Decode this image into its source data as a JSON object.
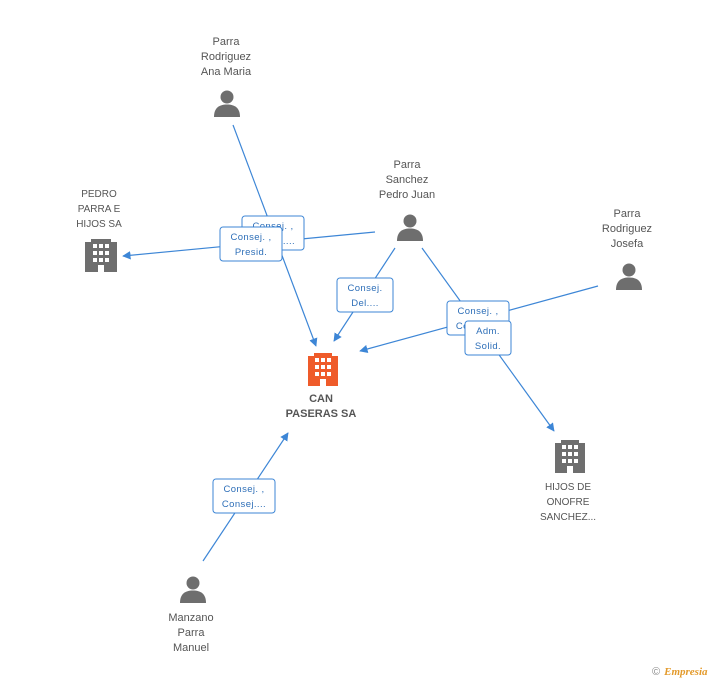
{
  "nodes": {
    "ana_maria": {
      "label_lines": [
        "Parra",
        "Rodriguez",
        "Ana Maria"
      ],
      "type": "person"
    },
    "pedro_juan": {
      "label_lines": [
        "Parra",
        "Sanchez",
        "Pedro Juan"
      ],
      "type": "person"
    },
    "josefa": {
      "label_lines": [
        "Parra",
        "Rodriguez",
        "Josefa"
      ],
      "type": "person"
    },
    "manuel": {
      "label_lines": [
        "Manzano",
        "Parra",
        "Manuel"
      ],
      "type": "person"
    },
    "pedro_parra_hijos": {
      "label_lines": [
        "PEDRO",
        "PARRA E",
        "HIJOS SA"
      ],
      "type": "company"
    },
    "hijos_onofre": {
      "label_lines": [
        "HIJOS DE",
        "ONOFRE",
        "SANCHEZ..."
      ],
      "type": "company"
    },
    "can_paseras": {
      "label_lines": [
        "CAN",
        "PASERAS SA"
      ],
      "type": "company-main"
    }
  },
  "relations": {
    "r1_back": [
      "Consej. ,",
      "Consej...."
    ],
    "r1_front": [
      "Consej. ,",
      "Presid."
    ],
    "r2": [
      "Consej.",
      "Del...."
    ],
    "r3_back": [
      "Consej. ,",
      "Consej...."
    ],
    "r3_front": [
      "Adm.",
      "Solid."
    ],
    "r4": [
      "Consej. ,",
      "Consej...."
    ]
  },
  "colors": {
    "edge": "#3d86d6",
    "main_company": "#ef5b2a",
    "node_icon": "#6e6e6e"
  },
  "footer": {
    "copyright": "©",
    "brand": "Empresia"
  }
}
